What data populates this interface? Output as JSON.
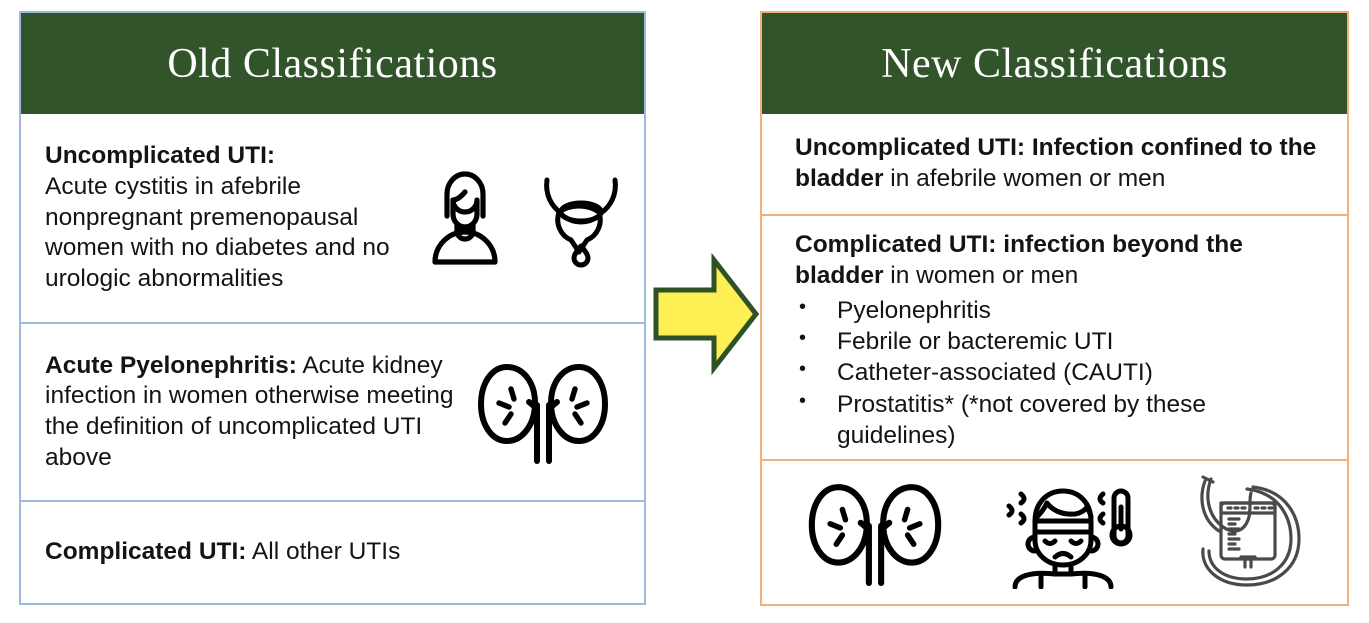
{
  "diagram": {
    "title_left": "Old Classifications",
    "title_right": "New Classifications",
    "accent_header_bg": "#31542b",
    "accent_header_text": "#ffffff",
    "left_border_color": "#9cb9de",
    "right_border_color": "#f3b179",
    "arrow_fill": "#fdef54",
    "arrow_stroke": "#2e5226"
  },
  "old": {
    "header": "Old Classifications",
    "rows": [
      {
        "label": "Uncomplicated UTI:",
        "text": "Acute cystitis in afebrile nonpregnant premenopausal women with no diabetes and no urologic abnormalities",
        "icons": [
          "woman-icon",
          "bladder-icon"
        ]
      },
      {
        "label": "Acute Pyelonephritis:",
        "text": " Acute kidney infection in women otherwise meeting the definition of uncomplicated UTI above",
        "icons": [
          "kidneys-icon"
        ]
      },
      {
        "label": "Complicated UTI:",
        "text": " All other UTIs",
        "icons": []
      }
    ]
  },
  "new": {
    "header": "New Classifications",
    "rows": [
      {
        "label": "Uncomplicated UTI: Infection confined to the bladder",
        "text": " in afebrile women or men",
        "bullets": []
      },
      {
        "label": "Complicated UTI: infection beyond the bladder",
        "text": " in women or men",
        "bullets": [
          "Pyelonephritis",
          "Febrile or bacteremic UTI",
          "Catheter-associated (CAUTI)",
          "Prostatitis* (*not covered by these guidelines)"
        ]
      }
    ],
    "icon_row": [
      "kidneys-icon",
      "febrile-patient-icon",
      "catheter-bag-icon"
    ]
  },
  "arrow": {
    "name": "right-arrow",
    "direction": "right"
  }
}
